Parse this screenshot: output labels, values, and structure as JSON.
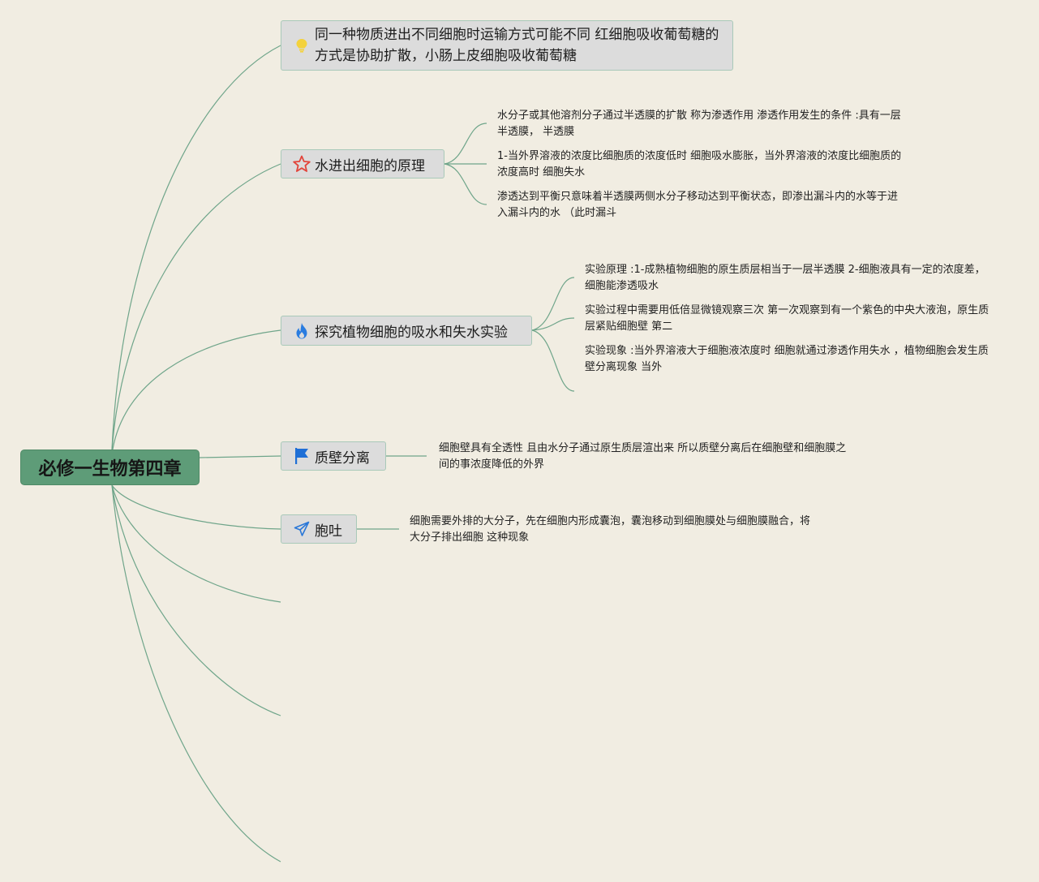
{
  "root": {
    "label": "必修一生物第四章"
  },
  "topics": [
    {
      "label": "同一种物质进出不同细胞时运输方式可能不同 红细胞吸收葡萄糖的方式是协助扩散，小肠上皮细胞吸收葡萄糖",
      "icon": "lightbulb-icon"
    },
    {
      "label": "水进出细胞的原理",
      "icon": "star-icon"
    },
    {
      "label": "探究植物细胞的吸水和失水实验",
      "icon": "flame-icon"
    },
    {
      "label": "质壁分离",
      "icon": "flag-icon"
    },
    {
      "label": "胞吐",
      "icon": "paper-plane-icon"
    }
  ],
  "notes": {
    "water": [
      "水分子或其他溶剂分子通过半透膜的扩散 称为渗透作用 渗透作用发生的条件 :具有一层半透膜， 半透膜",
      "1-当外界溶液的浓度比细胞质的浓度低时 细胞吸水膨胀，当外界溶液的浓度比细胞质的浓度高时 细胞失水",
      "渗透达到平衡只意味着半透膜两侧水分子移动达到平衡状态，即渗出漏斗内的水等于进入漏斗内的水 （此时漏斗"
    ],
    "experiment": [
      "实验原理 :1-成熟植物细胞的原生质层相当于一层半透膜 2-细胞液具有一定的浓度差，细胞能渗透吸水",
      "实验过程中需要用低倍显微镜观察三次 第一次观察到有一个紫色的中央大液泡，原生质层紧贴细胞壁 第二",
      "实验现象 :当外界溶液大于细胞液浓度时 细胞就通过渗透作用失水 ，植物细胞会发生质壁分离现象 当外"
    ],
    "plasmolysis": "细胞壁具有全透性 且由水分子通过原生质层渲出来 所以质壁分离后在细胞壁和细胞膜之间的事浓度降低的外界",
    "exocytosis": "细胞需要外排的大分子，先在细胞内形成囊泡，囊泡移动到细胞膜处与细胞膜融合，将大分子排出细胞 这种现象"
  },
  "colors": {
    "background": "#f1ede2",
    "root_fill": "#5e9c78",
    "topic_fill": "#dcdcdc",
    "topic_border": "#a9c9b9",
    "line": "#6fa58a"
  }
}
